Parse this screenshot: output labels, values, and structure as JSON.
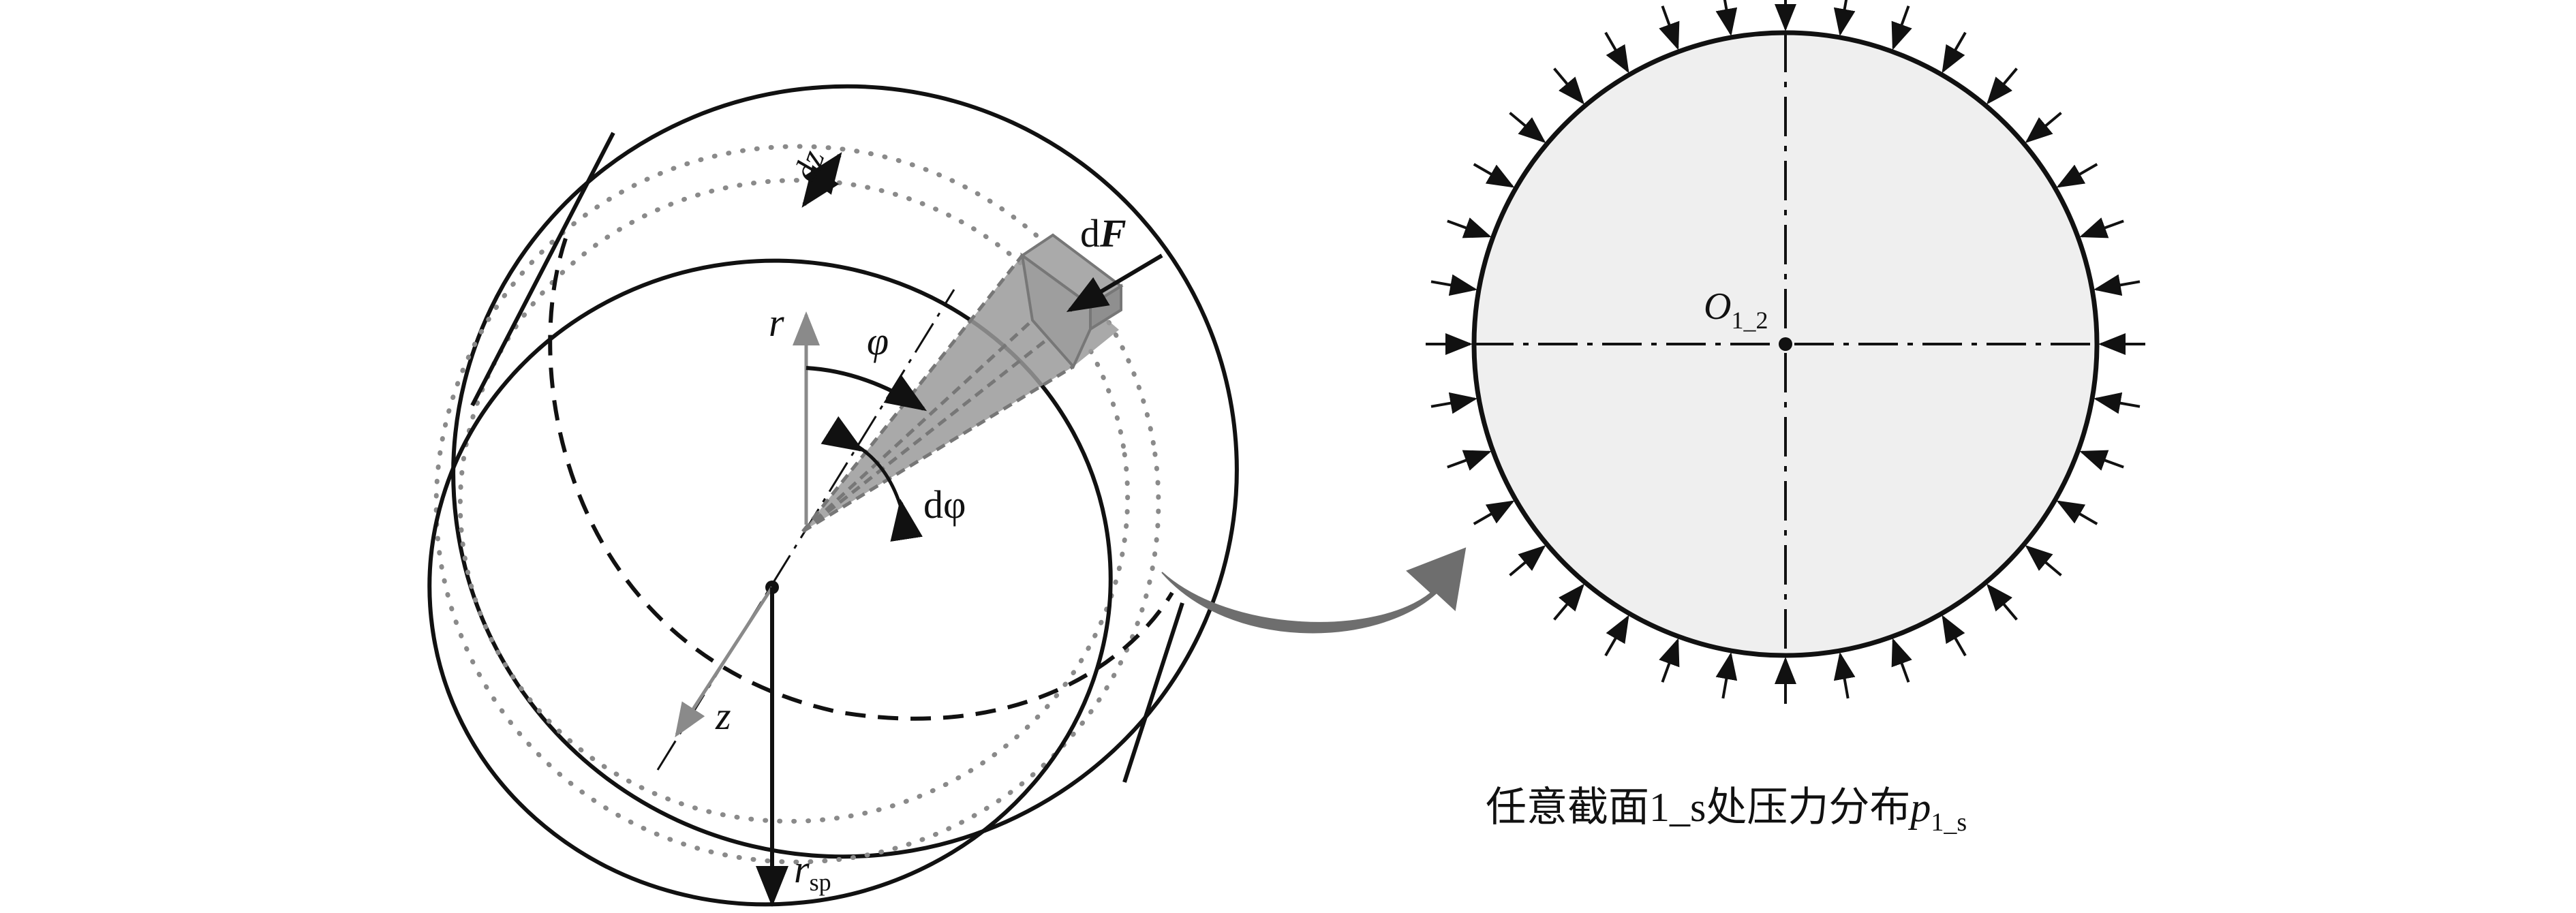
{
  "left_figure": {
    "labels": {
      "dz": "dz",
      "dF_prefix": "d",
      "dF_symbol": "F",
      "r": "r",
      "phi": "φ",
      "dphi": "dφ",
      "z": "z",
      "r_sp_main": "r",
      "r_sp_sub": "sp"
    }
  },
  "right_figure": {
    "center_label_main": "O",
    "center_label_sub": "1_2",
    "caption_main": "任意截面1_s处压力分布",
    "caption_var": "p",
    "caption_sub": "1_s"
  },
  "colors": {
    "line": "#111111",
    "gray_axis": "#8a8a8a",
    "element_fill": "#9a9a9a",
    "disk_fill": "#efefef",
    "arrow_fill": "#6e6e6e"
  }
}
